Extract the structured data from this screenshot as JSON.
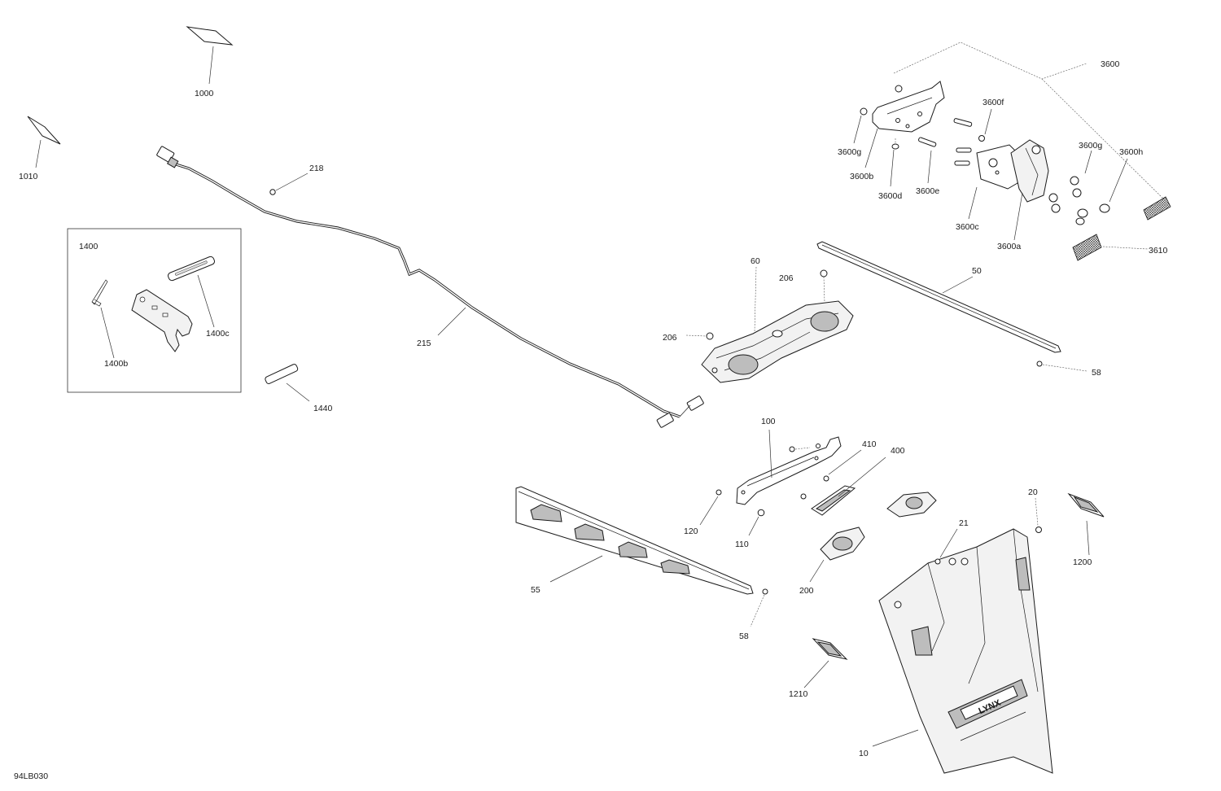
{
  "diagram_code": "94LB030",
  "labels": {
    "p10": "10",
    "p20": "20",
    "p21": "21",
    "p50": "50",
    "p55": "55",
    "p58a": "58",
    "p58b": "58",
    "p60": "60",
    "p100": "100",
    "p110": "110",
    "p120": "120",
    "p200": "200",
    "p206a": "206",
    "p206b": "206",
    "p215": "215",
    "p218": "218",
    "p400": "400",
    "p410": "410",
    "p1000": "1000",
    "p1010": "1010",
    "p1200": "1200",
    "p1210": "1210",
    "p1400": "1400",
    "p1400b": "1400b",
    "p1400c": "1400c",
    "p1440": "1440",
    "p3600": "3600",
    "p3600a": "3600a",
    "p3600b": "3600b",
    "p3600c": "3600c",
    "p3600d": "3600d",
    "p3600e": "3600e",
    "p3600f": "3600f",
    "p3600g1": "3600g",
    "p3600g2": "3600g",
    "p3600h": "3600h",
    "p3610": "3610"
  }
}
